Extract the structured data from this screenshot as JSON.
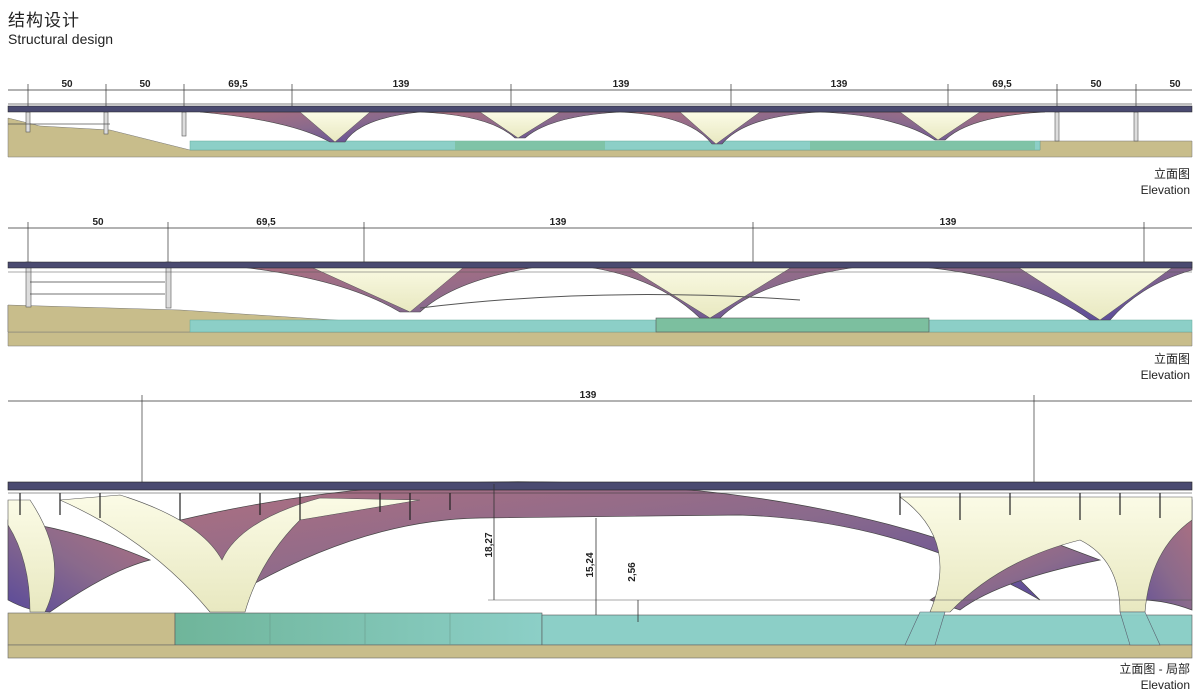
{
  "header": {
    "title_zh": "结构设计",
    "title_en": "Structural design"
  },
  "colors": {
    "ground": "#c8bd8b",
    "water": "#8ccfc7",
    "arch_warm": "#9a6a7a",
    "arch_cool": "#6a5a9c",
    "branch": "#f3f1cf",
    "deck": "#4a4a70"
  },
  "elevation_1": {
    "caption_zh": "立面图",
    "caption_en": "Elevation",
    "dims": [
      "50",
      "50",
      "69,5",
      "139",
      "139",
      "139",
      "69,5",
      "50",
      "50"
    ]
  },
  "elevation_2": {
    "caption_zh": "立面图",
    "caption_en": "Elevation",
    "dims": [
      "50",
      "69,5",
      "139",
      "139"
    ]
  },
  "elevation_3": {
    "caption_zh": "立面图 - 局部",
    "caption_en": "Elevation",
    "span": "139",
    "heights": [
      "18,27",
      "15,24",
      "2,56"
    ]
  }
}
